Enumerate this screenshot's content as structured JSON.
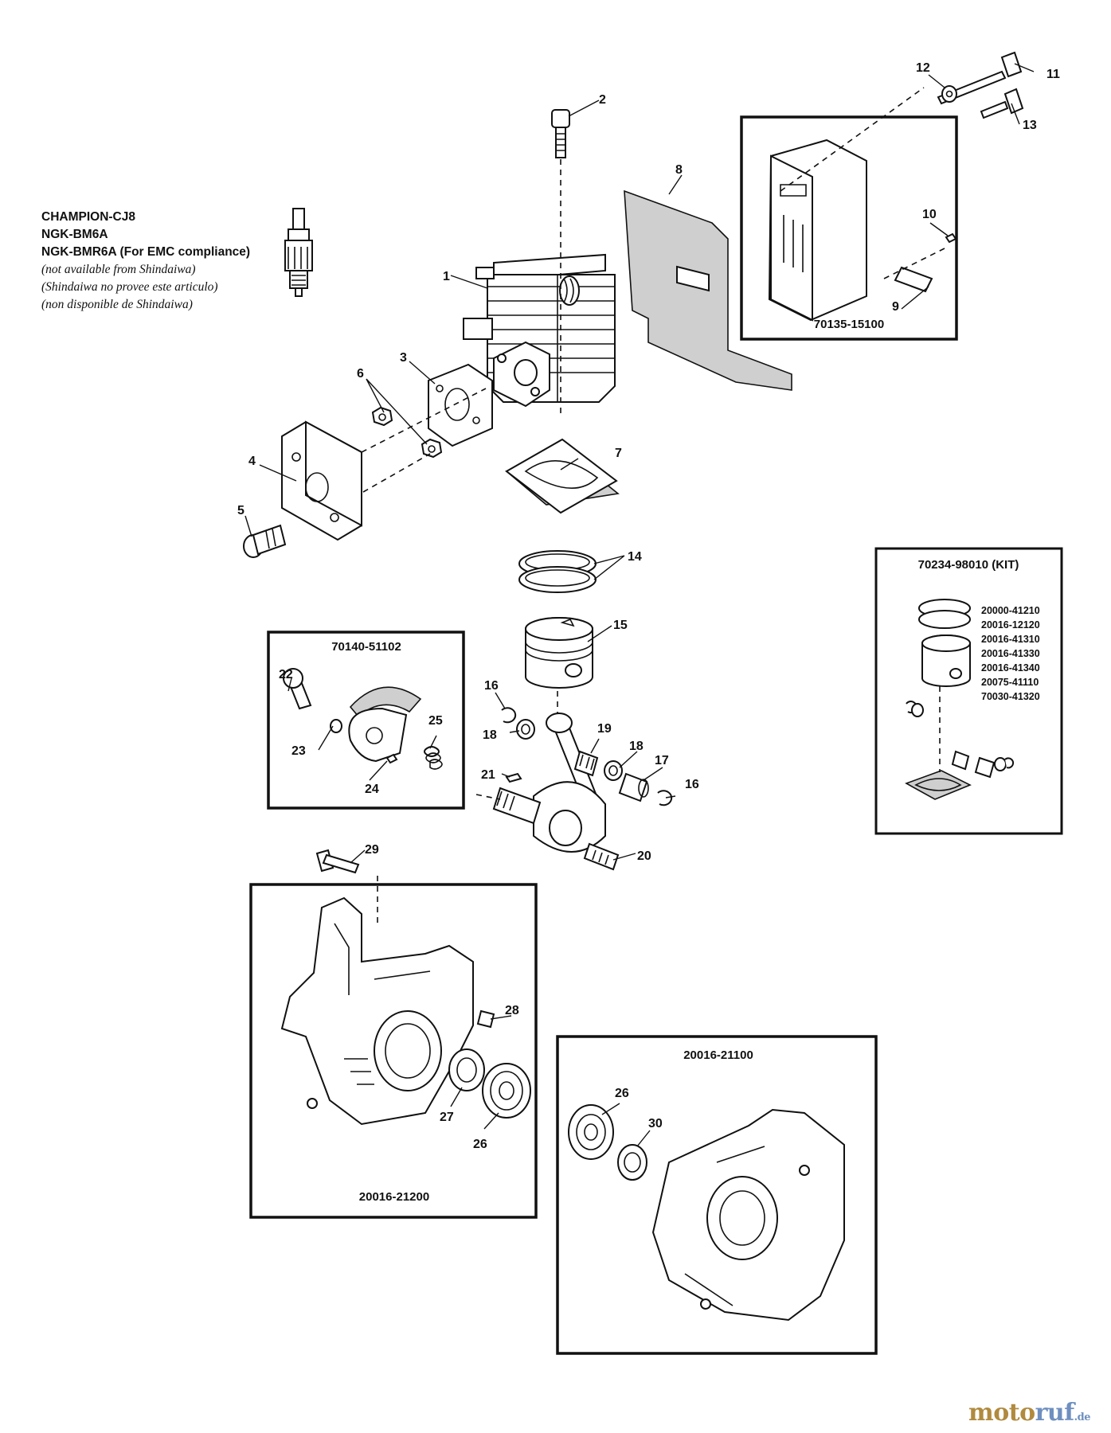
{
  "spark_plug_note": {
    "line1": "CHAMPION-CJ8",
    "line2": "NGK-BM6A",
    "line3": "NGK-BMR6A (For EMC compliance)",
    "line4": "(not available from Shindaiwa)",
    "line5": "(Shindaiwa no provee este articulo)",
    "line6": "(non disponible de Shindaiwa)"
  },
  "callouts": {
    "n1": "1",
    "n2": "2",
    "n3": "3",
    "n4": "4",
    "n5": "5",
    "n6": "6",
    "n7": "7",
    "n8": "8",
    "n9": "9",
    "n10": "10",
    "n11": "11",
    "n12": "12",
    "n13": "13",
    "n14": "14",
    "n15": "15",
    "n16a": "16",
    "n16b": "16",
    "n17": "17",
    "n18a": "18",
    "n18b": "18",
    "n19": "19",
    "n20": "20",
    "n21": "21",
    "n22": "22",
    "n23": "23",
    "n24": "24",
    "n25": "25",
    "n26a": "26",
    "n26b": "26",
    "n27": "27",
    "n28": "28",
    "n29": "29",
    "n30": "30"
  },
  "boxes": {
    "muffler": "70135-15100",
    "clutch": "70140-51102",
    "crankcase": "20016-21200",
    "case_half": "20016-21100",
    "kit": "70234-98010 (KIT)"
  },
  "kit_parts": [
    "20000-41210",
    "20016-12120",
    "20016-41310",
    "20016-41330",
    "20016-41340",
    "20075-41110",
    "70030-41320"
  ],
  "watermark": {
    "part1": "moto",
    "part2": "ruf",
    "suffix": ".de"
  }
}
